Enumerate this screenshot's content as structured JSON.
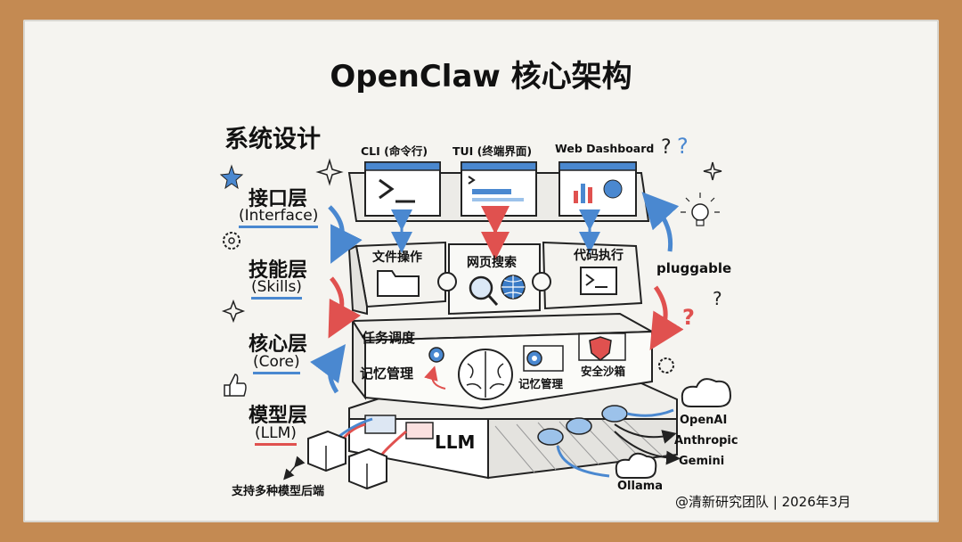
{
  "title": "OpenClaw 核心架构",
  "heading": "系统设计",
  "layers": [
    {
      "name": "接口层",
      "en": "(Interface)"
    },
    {
      "name": "技能层",
      "en": "(Skills)"
    },
    {
      "name": "核心层",
      "en": "(Core)"
    },
    {
      "name": "模型层",
      "en": "(LLM)"
    }
  ],
  "interfaces": [
    "CLI (命令行)",
    "TUI (终端界面)",
    "Web Dashboard"
  ],
  "skills": [
    "文件操作",
    "网页搜索",
    "代码执行"
  ],
  "core_items": [
    "任务调度",
    "记忆管理",
    "记忆管理",
    "安全沙箱"
  ],
  "llm_label": "LLM",
  "pluggable": "pluggable",
  "providers": [
    "OpenAI",
    "Anthropic",
    "Gemini",
    "Ollama"
  ],
  "backend_caption": "支持多种模型后端",
  "credit": "@清新研究团队 | 2026年3月",
  "colors": {
    "accent_blue": "#4a88d0",
    "accent_red": "#e0514f",
    "frame": "#c48a52",
    "board": "#f5f4f0"
  }
}
